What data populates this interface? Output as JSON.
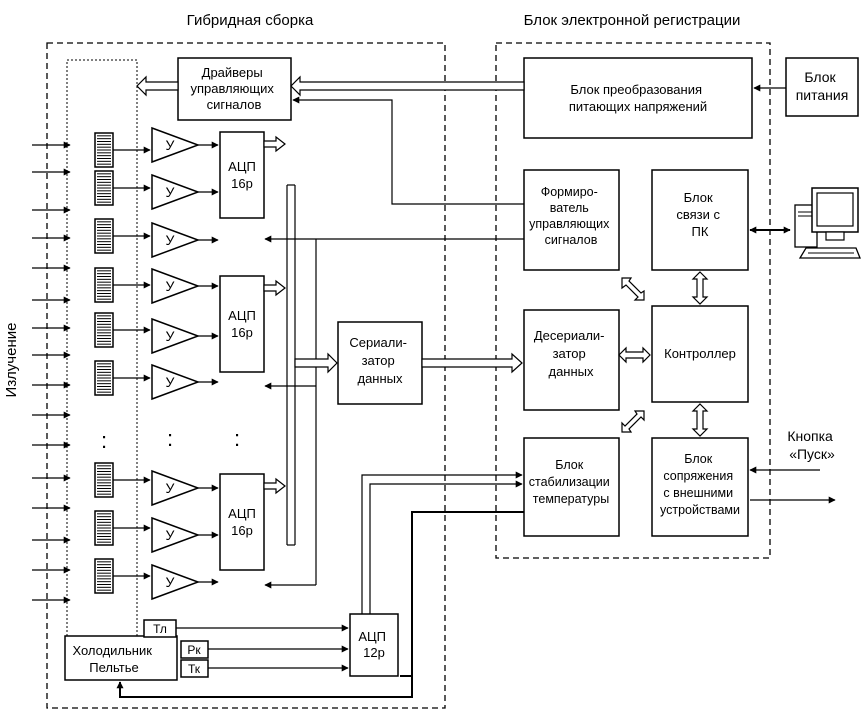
{
  "hybrid_assembly": {
    "title": "Гибридная сборка"
  },
  "registration_unit": {
    "title": "Блок электронной регистрации"
  },
  "power_supply": {
    "lines": [
      "Блок",
      "питания"
    ]
  },
  "radiation_label": "Излучение",
  "drivers": {
    "lines": [
      "Драйверы",
      "управляющих",
      "сигналов"
    ]
  },
  "voltage_converter": {
    "lines": [
      "Блок преобразования",
      "питающих напряжений"
    ]
  },
  "signal_former": {
    "lines": [
      "Формиро-",
      "ватель",
      "управляющих",
      "сигналов"
    ]
  },
  "pc_link": {
    "lines": [
      "Блок",
      "связи с",
      "ПК"
    ]
  },
  "amplifier_label": "У",
  "adc16": {
    "lines": [
      "АЦП",
      "16р"
    ]
  },
  "serializer": {
    "lines": [
      "Сериали-",
      "затор",
      "данных"
    ]
  },
  "deserializer": {
    "lines": [
      "Десериали-",
      "затор",
      "данных"
    ]
  },
  "controller": {
    "label": "Контроллер"
  },
  "temp_stabilizer": {
    "lines": [
      "Блок",
      "стабилизации",
      "температуры"
    ]
  },
  "interface_unit": {
    "lines": [
      "Блок",
      "сопряжения",
      "с внешними",
      "устройствами"
    ]
  },
  "start_button": {
    "lines": [
      "Кнопка",
      "«Пуск»"
    ]
  },
  "peltier": {
    "lines": [
      "Холодильник",
      "Пельтье"
    ]
  },
  "sensor_tl": "Тл",
  "sensor_pk": "Рк",
  "sensor_tk": "Тк",
  "adc12": {
    "lines": [
      "АЦП",
      "12р"
    ]
  },
  "ellipsis": ":"
}
